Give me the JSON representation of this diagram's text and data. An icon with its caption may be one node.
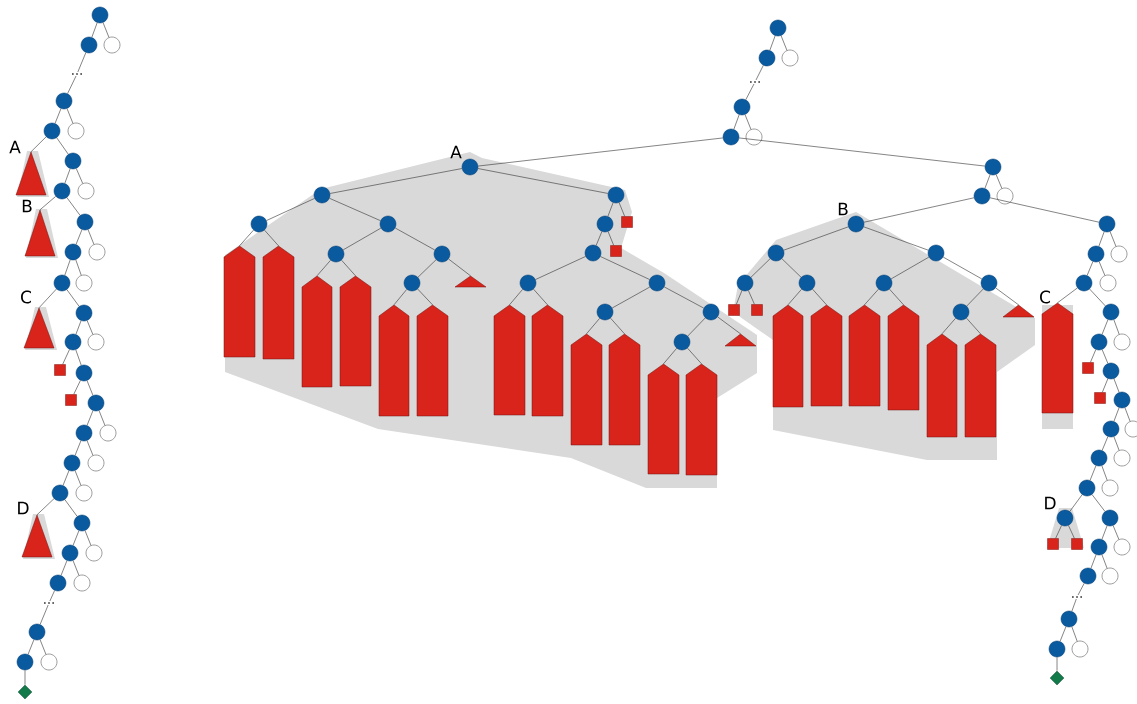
{
  "diagram": {
    "nodes": [
      {
        "text": [],
        "shape": "dot"
      },
      {
        "text": [],
        "shape": "dot"
      },
      {
        "text": [],
        "shape": "circle"
      },
      {
        "text": [
          "..."
        ]
      },
      {
        "text": [],
        "shape": "dot"
      },
      {
        "text": [],
        "shape": "dot"
      },
      {
        "text": [],
        "shape": "circle"
      },
      {
        "text": [],
        "shape": "triangle",
        "beside": [
          "A"
        ]
      },
      {
        "text": [],
        "shape": "dot"
      },
      {
        "text": [],
        "shape": "dot"
      },
      {
        "text": [],
        "shape": "circle"
      },
      {
        "text": [],
        "shape": "triangle",
        "beside": [
          "B"
        ]
      },
      {
        "text": [],
        "shape": "dot"
      },
      {
        "text": [],
        "shape": "dot"
      },
      {
        "text": [],
        "shape": "circle"
      },
      {
        "text": [],
        "shape": "dot"
      },
      {
        "text": [],
        "shape": "circle"
      },
      {
        "text": [],
        "shape": "triangle",
        "beside": [
          "C"
        ]
      },
      {
        "text": [],
        "shape": "dot"
      },
      {
        "text": [],
        "shape": "dot"
      },
      {
        "text": [],
        "shape": "circle"
      },
      {
        "text": [],
        "shape": "box"
      },
      {
        "text": [],
        "shape": "dot"
      },
      {
        "text": [],
        "shape": "box"
      },
      {
        "text": [],
        "shape": "dot"
      },
      {
        "text": [],
        "shape": "dot"
      },
      {
        "text": [],
        "shape": "circle"
      },
      {
        "text": [],
        "shape": "dot"
      },
      {
        "text": [],
        "shape": "circle"
      },
      {
        "text": [],
        "shape": "dot"
      },
      {
        "text": [],
        "shape": "circle"
      },
      {
        "text": [],
        "shape": "triangle",
        "beside": [
          "D"
        ]
      },
      {
        "text": [],
        "shape": "dot"
      },
      {
        "text": [],
        "shape": "dot"
      },
      {
        "text": [],
        "shape": "circle"
      },
      {
        "text": [],
        "shape": "dot"
      },
      {
        "text": [],
        "shape": "circle"
      },
      {
        "text": [
          "..."
        ]
      },
      {
        "text": [],
        "shape": "dot"
      },
      {
        "text": [],
        "shape": "dot"
      },
      {
        "text": [],
        "shape": "circle"
      },
      {
        "text": [],
        "shape": "diamond"
      },
      {
        "text": [],
        "shape": "dot"
      },
      {
        "text": [],
        "shape": "dot"
      },
      {
        "text": [],
        "shape": "circle"
      },
      {
        "text": [
          "..."
        ]
      },
      {
        "text": [],
        "shape": "dot"
      },
      {
        "text": [],
        "shape": "dot"
      },
      {
        "text": [],
        "shape": "circle"
      },
      {
        "text": [],
        "shape": "dot",
        "beside": [
          "A"
        ]
      },
      {
        "text": [],
        "shape": "dot"
      },
      {
        "text": [],
        "shape": "dot"
      },
      {
        "text": [],
        "shape": "dot"
      },
      {
        "text": [],
        "shape": "dot"
      },
      {
        "text": [],
        "shape": "bar"
      },
      {
        "text": [],
        "shape": "bar"
      },
      {
        "text": [],
        "shape": "dot"
      },
      {
        "text": [],
        "shape": "dot"
      },
      {
        "text": [],
        "shape": "bar"
      },
      {
        "text": [],
        "shape": "bar"
      },
      {
        "text": [],
        "shape": "dot"
      },
      {
        "text": [],
        "shape": "triangle"
      },
      {
        "text": [],
        "shape": "bar"
      },
      {
        "text": [],
        "shape": "bar"
      },
      {
        "text": [],
        "shape": "dot"
      },
      {
        "text": [],
        "shape": "box"
      },
      {
        "text": [],
        "shape": "dot"
      },
      {
        "text": [],
        "shape": "box"
      },
      {
        "text": [],
        "shape": "dot"
      },
      {
        "text": [],
        "shape": "dot"
      },
      {
        "text": [],
        "shape": "bar"
      },
      {
        "text": [],
        "shape": "bar"
      },
      {
        "text": [],
        "shape": "dot"
      },
      {
        "text": [],
        "shape": "dot"
      },
      {
        "text": [],
        "shape": "bar"
      },
      {
        "text": [],
        "shape": "bar"
      },
      {
        "text": [],
        "shape": "dot"
      },
      {
        "text": [],
        "shape": "triangle"
      },
      {
        "text": [],
        "shape": "bar"
      },
      {
        "text": [],
        "shape": "bar"
      },
      {
        "text": [],
        "shape": "dot"
      },
      {
        "text": [],
        "shape": "dot"
      },
      {
        "text": [],
        "shape": "circle"
      },
      {
        "text": [],
        "shape": "dot",
        "beside": [
          "B"
        ]
      },
      {
        "text": [],
        "shape": "dot"
      },
      {
        "text": [],
        "shape": "dot"
      },
      {
        "text": [],
        "shape": "dot"
      },
      {
        "text": [],
        "shape": "dot"
      },
      {
        "text": [],
        "shape": "dot"
      },
      {
        "text": [],
        "shape": "box"
      },
      {
        "text": [],
        "shape": "box"
      },
      {
        "text": [],
        "shape": "bar"
      },
      {
        "text": [],
        "shape": "bar"
      },
      {
        "text": [],
        "shape": "dot"
      },
      {
        "text": [],
        "shape": "dot"
      },
      {
        "text": [],
        "shape": "bar"
      },
      {
        "text": [],
        "shape": "bar"
      },
      {
        "text": [],
        "shape": "dot"
      },
      {
        "text": [],
        "shape": "triangle"
      },
      {
        "text": [],
        "shape": "bar"
      },
      {
        "text": [],
        "shape": "bar"
      },
      {
        "text": [],
        "shape": "dot"
      },
      {
        "text": [],
        "shape": "circle"
      },
      {
        "text": [],
        "shape": "dot"
      },
      {
        "text": [],
        "shape": "circle"
      },
      {
        "text": [],
        "shape": "bar",
        "beside": [
          "C"
        ]
      },
      {
        "text": [],
        "shape": "dot"
      },
      {
        "text": [],
        "shape": "dot"
      },
      {
        "text": [],
        "shape": "circle"
      },
      {
        "text": [],
        "shape": "box"
      },
      {
        "text": [],
        "shape": "dot"
      },
      {
        "text": [],
        "shape": "box"
      },
      {
        "text": [],
        "shape": "dot"
      },
      {
        "text": [],
        "shape": "dot"
      },
      {
        "text": [],
        "shape": "circle"
      },
      {
        "text": [],
        "shape": "dot"
      },
      {
        "text": [],
        "shape": "circle"
      },
      {
        "text": [],
        "shape": "dot"
      },
      {
        "text": [],
        "shape": "circle"
      },
      {
        "text": [],
        "shape": "dot",
        "beside": [
          "D"
        ]
      },
      {
        "text": [],
        "shape": "dot"
      },
      {
        "text": [],
        "shape": "box"
      },
      {
        "text": [],
        "shape": "box"
      },
      {
        "text": [],
        "shape": "dot"
      },
      {
        "text": [],
        "shape": "circle"
      },
      {
        "text": [],
        "shape": "dot"
      },
      {
        "text": [],
        "shape": "circle"
      },
      {
        "text": [
          "..."
        ]
      },
      {
        "text": [],
        "shape": "dot"
      },
      {
        "text": [],
        "shape": "dot"
      },
      {
        "text": [],
        "shape": "circle"
      },
      {
        "text": [],
        "shape": "diamond"
      }
    ],
    "edges": [
      {
        "from": 0,
        "to": 1,
        "arrow": "none"
      },
      {
        "from": 0,
        "to": 2,
        "arrow": "none"
      },
      {
        "from": 1,
        "to": 3,
        "arrow": "none"
      },
      {
        "from": 3,
        "to": 4,
        "arrow": "none"
      },
      {
        "from": 4,
        "to": 5,
        "arrow": "none"
      },
      {
        "from": 4,
        "to": 6,
        "arrow": "none"
      },
      {
        "from": 5,
        "to": 7,
        "arrow": "none"
      },
      {
        "from": 5,
        "to": 8,
        "arrow": "none"
      },
      {
        "from": 8,
        "to": 9,
        "arrow": "none"
      },
      {
        "from": 8,
        "to": 10,
        "arrow": "none"
      },
      {
        "from": 9,
        "to": 11,
        "arrow": "none"
      },
      {
        "from": 9,
        "to": 12,
        "arrow": "none"
      },
      {
        "from": 12,
        "to": 13,
        "arrow": "none"
      },
      {
        "from": 12,
        "to": 14,
        "arrow": "none"
      },
      {
        "from": 13,
        "to": 15,
        "arrow": "none"
      },
      {
        "from": 13,
        "to": 16,
        "arrow": "none"
      },
      {
        "from": 15,
        "to": 17,
        "arrow": "none"
      },
      {
        "from": 15,
        "to": 18,
        "arrow": "none"
      },
      {
        "from": 18,
        "to": 19,
        "arrow": "none"
      },
      {
        "from": 18,
        "to": 20,
        "arrow": "none"
      },
      {
        "from": 19,
        "to": 21,
        "arrow": "none"
      },
      {
        "from": 19,
        "to": 22,
        "arrow": "none"
      },
      {
        "from": 22,
        "to": 23,
        "arrow": "none"
      },
      {
        "from": 22,
        "to": 24,
        "arrow": "none"
      },
      {
        "from": 24,
        "to": 25,
        "arrow": "none"
      },
      {
        "from": 24,
        "to": 26,
        "arrow": "none"
      },
      {
        "from": 25,
        "to": 27,
        "arrow": "none"
      },
      {
        "from": 25,
        "to": 28,
        "arrow": "none"
      },
      {
        "from": 27,
        "to": 29,
        "arrow": "none"
      },
      {
        "from": 27,
        "to": 30,
        "arrow": "none"
      },
      {
        "from": 29,
        "to": 31,
        "arrow": "none"
      },
      {
        "from": 29,
        "to": 32,
        "arrow": "none"
      },
      {
        "from": 32,
        "to": 33,
        "arrow": "none"
      },
      {
        "from": 32,
        "to": 34,
        "arrow": "none"
      },
      {
        "from": 33,
        "to": 35,
        "arrow": "none"
      },
      {
        "from": 33,
        "to": 36,
        "arrow": "none"
      },
      {
        "from": 35,
        "to": 37,
        "arrow": "none"
      },
      {
        "from": 37,
        "to": 38,
        "arrow": "none"
      },
      {
        "from": 38,
        "to": 39,
        "arrow": "none"
      },
      {
        "from": 38,
        "to": 40,
        "arrow": "none"
      },
      {
        "from": 39,
        "to": 41,
        "arrow": "none"
      },
      {
        "from": 42,
        "to": 43,
        "arrow": "none"
      },
      {
        "from": 42,
        "to": 44,
        "arrow": "none"
      },
      {
        "from": 43,
        "to": 45,
        "arrow": "none"
      },
      {
        "from": 45,
        "to": 46,
        "arrow": "none"
      },
      {
        "from": 46,
        "to": 47,
        "arrow": "none"
      },
      {
        "from": 46,
        "to": 48,
        "arrow": "none"
      },
      {
        "from": 47,
        "to": 49,
        "arrow": "none"
      },
      {
        "from": 47,
        "to": 80,
        "arrow": "none"
      },
      {
        "from": 49,
        "to": 50,
        "arrow": "none"
      },
      {
        "from": 49,
        "to": 51,
        "arrow": "none"
      },
      {
        "from": 50,
        "to": 52,
        "arrow": "none"
      },
      {
        "from": 50,
        "to": 53,
        "arrow": "none"
      },
      {
        "from": 52,
        "to": 54,
        "arrow": "none"
      },
      {
        "from": 52,
        "to": 55,
        "arrow": "none"
      },
      {
        "from": 53,
        "to": 56,
        "arrow": "none"
      },
      {
        "from": 53,
        "to": 57,
        "arrow": "none"
      },
      {
        "from": 56,
        "to": 58,
        "arrow": "none"
      },
      {
        "from": 56,
        "to": 59,
        "arrow": "none"
      },
      {
        "from": 57,
        "to": 60,
        "arrow": "none"
      },
      {
        "from": 57,
        "to": 61,
        "arrow": "none"
      },
      {
        "from": 60,
        "to": 62,
        "arrow": "none"
      },
      {
        "from": 60,
        "to": 63,
        "arrow": "none"
      },
      {
        "from": 51,
        "to": 64,
        "arrow": "none"
      },
      {
        "from": 51,
        "to": 65,
        "arrow": "none"
      },
      {
        "from": 64,
        "to": 66,
        "arrow": "none"
      },
      {
        "from": 64,
        "to": 67,
        "arrow": "none"
      },
      {
        "from": 66,
        "to": 68,
        "arrow": "none"
      },
      {
        "from": 66,
        "to": 69,
        "arrow": "none"
      },
      {
        "from": 68,
        "to": 70,
        "arrow": "none"
      },
      {
        "from": 68,
        "to": 71,
        "arrow": "none"
      },
      {
        "from": 69,
        "to": 72,
        "arrow": "none"
      },
      {
        "from": 69,
        "to": 73,
        "arrow": "none"
      },
      {
        "from": 72,
        "to": 74,
        "arrow": "none"
      },
      {
        "from": 72,
        "to": 75,
        "arrow": "none"
      },
      {
        "from": 73,
        "to": 76,
        "arrow": "none"
      },
      {
        "from": 73,
        "to": 77,
        "arrow": "none"
      },
      {
        "from": 76,
        "to": 78,
        "arrow": "none"
      },
      {
        "from": 76,
        "to": 79,
        "arrow": "none"
      },
      {
        "from": 80,
        "to": 81,
        "arrow": "none"
      },
      {
        "from": 80,
        "to": 82,
        "arrow": "none"
      },
      {
        "from": 81,
        "to": 83,
        "arrow": "none"
      },
      {
        "from": 81,
        "to": 84,
        "arrow": "none"
      },
      {
        "from": 83,
        "to": 85,
        "arrow": "none"
      },
      {
        "from": 83,
        "to": 86,
        "arrow": "none"
      },
      {
        "from": 85,
        "to": 87,
        "arrow": "none"
      },
      {
        "from": 85,
        "to": 88,
        "arrow": "none"
      },
      {
        "from": 87,
        "to": 89,
        "arrow": "none"
      },
      {
        "from": 87,
        "to": 90,
        "arrow": "none"
      },
      {
        "from": 88,
        "to": 91,
        "arrow": "none"
      },
      {
        "from": 88,
        "to": 92,
        "arrow": "none"
      },
      {
        "from": 86,
        "to": 93,
        "arrow": "none"
      },
      {
        "from": 86,
        "to": 94,
        "arrow": "none"
      },
      {
        "from": 93,
        "to": 95,
        "arrow": "none"
      },
      {
        "from": 93,
        "to": 96,
        "arrow": "none"
      },
      {
        "from": 94,
        "to": 97,
        "arrow": "none"
      },
      {
        "from": 94,
        "to": 98,
        "arrow": "none"
      },
      {
        "from": 97,
        "to": 99,
        "arrow": "none"
      },
      {
        "from": 97,
        "to": 100,
        "arrow": "none"
      },
      {
        "from": 84,
        "to": 101,
        "arrow": "none"
      },
      {
        "from": 84,
        "to": 102,
        "arrow": "none"
      },
      {
        "from": 101,
        "to": 103,
        "arrow": "none"
      },
      {
        "from": 101,
        "to": 104,
        "arrow": "none"
      },
      {
        "from": 103,
        "to": 105,
        "arrow": "none"
      },
      {
        "from": 103,
        "to": 106,
        "arrow": "none"
      },
      {
        "from": 106,
        "to": 107,
        "arrow": "none"
      },
      {
        "from": 106,
        "to": 108,
        "arrow": "none"
      },
      {
        "from": 107,
        "to": 109,
        "arrow": "none"
      },
      {
        "from": 107,
        "to": 110,
        "arrow": "none"
      },
      {
        "from": 110,
        "to": 111,
        "arrow": "none"
      },
      {
        "from": 110,
        "to": 112,
        "arrow": "none"
      },
      {
        "from": 112,
        "to": 113,
        "arrow": "none"
      },
      {
        "from": 112,
        "to": 114,
        "arrow": "none"
      },
      {
        "from": 113,
        "to": 115,
        "arrow": "none"
      },
      {
        "from": 113,
        "to": 116,
        "arrow": "none"
      },
      {
        "from": 115,
        "to": 117,
        "arrow": "none"
      },
      {
        "from": 115,
        "to": 118,
        "arrow": "none"
      },
      {
        "from": 117,
        "to": 119,
        "arrow": "none"
      },
      {
        "from": 117,
        "to": 120,
        "arrow": "none"
      },
      {
        "from": 119,
        "to": 121,
        "arrow": "none"
      },
      {
        "from": 119,
        "to": 122,
        "arrow": "none"
      },
      {
        "from": 120,
        "to": 123,
        "arrow": "none"
      },
      {
        "from": 120,
        "to": 124,
        "arrow": "none"
      },
      {
        "from": 123,
        "to": 125,
        "arrow": "none"
      },
      {
        "from": 123,
        "to": 126,
        "arrow": "none"
      },
      {
        "from": 125,
        "to": 127,
        "arrow": "none"
      },
      {
        "from": 127,
        "to": 128,
        "arrow": "none"
      },
      {
        "from": 128,
        "to": 129,
        "arrow": "none"
      },
      {
        "from": 128,
        "to": 130,
        "arrow": "none"
      },
      {
        "from": 129,
        "to": 131,
        "arrow": "none"
      }
    ]
  }
}
